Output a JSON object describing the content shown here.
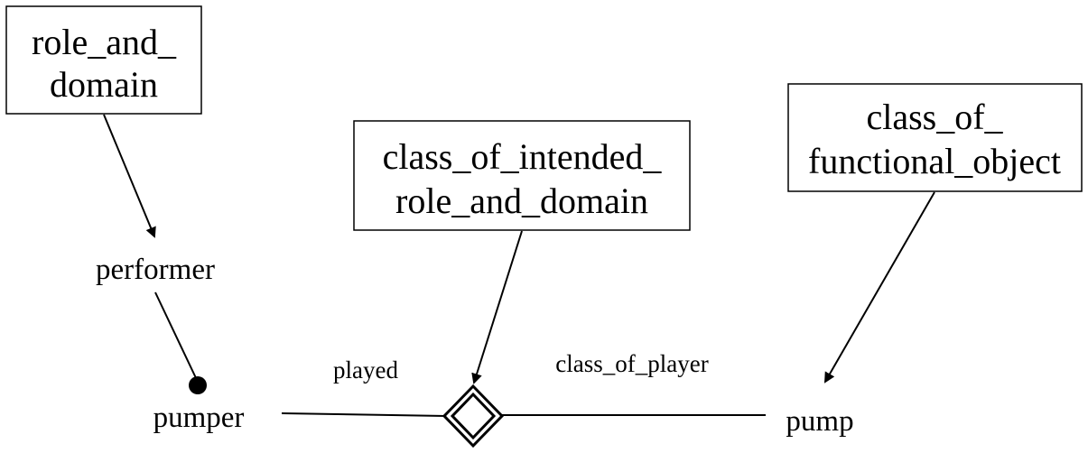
{
  "boxes": {
    "role_and_domain": {
      "line1": "role_and_",
      "line2": "domain"
    },
    "class_of_intended": {
      "line1": "class_of_intended_",
      "line2": "role_and_domain"
    },
    "class_of_functional": {
      "line1": "class_of_",
      "line2": "functional_object"
    }
  },
  "nodes": {
    "performer": "performer",
    "pumper": "pumper",
    "pump": "pump"
  },
  "edges": {
    "played": "played",
    "class_of_player": "class_of_player"
  }
}
